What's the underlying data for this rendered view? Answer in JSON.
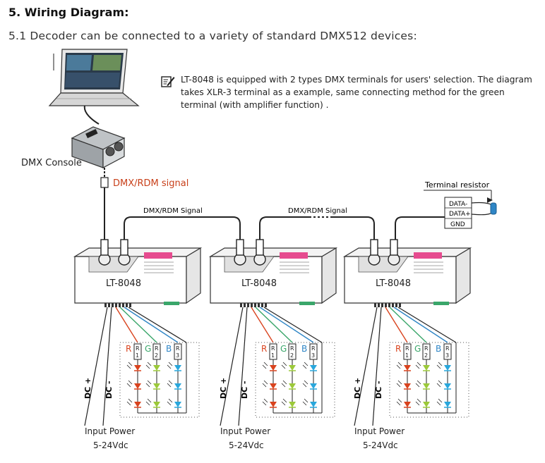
{
  "title": "5.  Wiring Diagram:",
  "subtitle": "5.1 Decoder can be connected to a variety of standard DMX512 devices:",
  "note": {
    "icon": "notepad-pencil-icon",
    "text": "LT-8048 is equipped with 2 types DMX terminals for users' selection. The diagram takes XLR-3 terminal as a example, same connecting method for the green terminal (with amplifier function) ."
  },
  "console_label": "DMX Console",
  "signal_label": "DMX/RDM signal",
  "link_labels": [
    "DMX/RDM Signal",
    "DMX/RDM Signal"
  ],
  "terminal": {
    "label": "Terminal resistor",
    "pins": [
      "DATA-",
      "DATA+",
      "GND"
    ]
  },
  "decoders": [
    {
      "model": "LT-8048",
      "power_label": "Input Power",
      "voltage": "5-24Vdc",
      "dc_plus": "DC +",
      "dc_minus": "DC -",
      "channels": [
        "R",
        "G",
        "B"
      ],
      "resistors": [
        "R1",
        "R2",
        "R3"
      ]
    },
    {
      "model": "LT-8048",
      "power_label": "Input Power",
      "voltage": "5-24Vdc",
      "dc_plus": "DC +",
      "dc_minus": "DC -",
      "channels": [
        "R",
        "G",
        "B"
      ],
      "resistors": [
        "R1",
        "R2",
        "R3"
      ]
    },
    {
      "model": "LT-8048",
      "power_label": "Input Power",
      "voltage": "5-24Vdc",
      "dc_plus": "DC +",
      "dc_minus": "DC -",
      "channels": [
        "R",
        "G",
        "B"
      ],
      "resistors": [
        "R1",
        "R2",
        "R3"
      ]
    }
  ],
  "colors": {
    "red": "#d9431e",
    "green": "#3aa66a",
    "blue": "#2f86c6",
    "signal_label": "#c8401a",
    "led_green": "#9cc93a",
    "led_blue": "#29a7dc"
  }
}
